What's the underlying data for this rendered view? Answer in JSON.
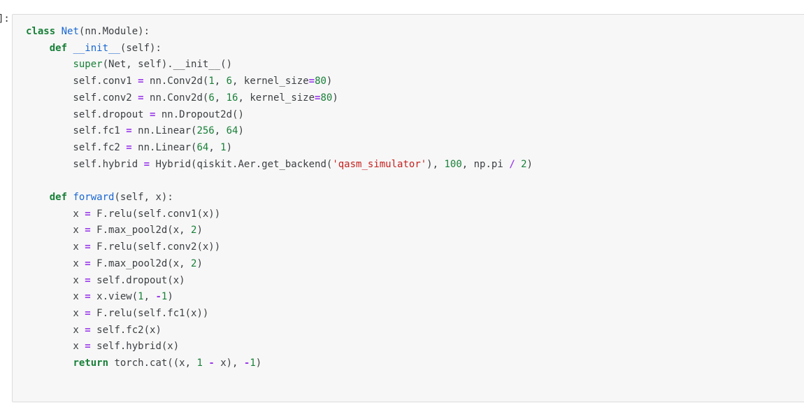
{
  "cell": {
    "prompt": "]:",
    "background": "#f7f7f7",
    "border_color": "#dcdcdc"
  },
  "syntax_colors": {
    "default": "#3c4043",
    "keyword": "#188038",
    "builtin": "#188038",
    "definition": "#1967d2",
    "operator": "#9b3ceb",
    "number": "#188038",
    "string": "#c5221f"
  },
  "code": {
    "language": "python",
    "lines": [
      [
        [
          "kw",
          "class"
        ],
        [
          "tx",
          " "
        ],
        [
          "df",
          "Net"
        ],
        [
          "tx",
          "(nn.Module):"
        ]
      ],
      [
        [
          "tx",
          "    "
        ],
        [
          "kw",
          "def"
        ],
        [
          "tx",
          " "
        ],
        [
          "df",
          "__init__"
        ],
        [
          "tx",
          "(self):"
        ]
      ],
      [
        [
          "tx",
          "        "
        ],
        [
          "bi",
          "super"
        ],
        [
          "tx",
          "(Net, self).__init__()"
        ]
      ],
      [
        [
          "tx",
          "        self.conv1 "
        ],
        [
          "op",
          "="
        ],
        [
          "tx",
          " nn.Conv2d("
        ],
        [
          "nm",
          "1"
        ],
        [
          "tx",
          ", "
        ],
        [
          "nm",
          "6"
        ],
        [
          "tx",
          ", kernel_size"
        ],
        [
          "op",
          "="
        ],
        [
          "nm",
          "80"
        ],
        [
          "tx",
          ")"
        ]
      ],
      [
        [
          "tx",
          "        self.conv2 "
        ],
        [
          "op",
          "="
        ],
        [
          "tx",
          " nn.Conv2d("
        ],
        [
          "nm",
          "6"
        ],
        [
          "tx",
          ", "
        ],
        [
          "nm",
          "16"
        ],
        [
          "tx",
          ", kernel_size"
        ],
        [
          "op",
          "="
        ],
        [
          "nm",
          "80"
        ],
        [
          "tx",
          ")"
        ]
      ],
      [
        [
          "tx",
          "        self.dropout "
        ],
        [
          "op",
          "="
        ],
        [
          "tx",
          " nn.Dropout2d()"
        ]
      ],
      [
        [
          "tx",
          "        self.fc1 "
        ],
        [
          "op",
          "="
        ],
        [
          "tx",
          " nn.Linear("
        ],
        [
          "nm",
          "256"
        ],
        [
          "tx",
          ", "
        ],
        [
          "nm",
          "64"
        ],
        [
          "tx",
          ")"
        ]
      ],
      [
        [
          "tx",
          "        self.fc2 "
        ],
        [
          "op",
          "="
        ],
        [
          "tx",
          " nn.Linear("
        ],
        [
          "nm",
          "64"
        ],
        [
          "tx",
          ", "
        ],
        [
          "nm",
          "1"
        ],
        [
          "tx",
          ")"
        ]
      ],
      [
        [
          "tx",
          "        self.hybrid "
        ],
        [
          "op",
          "="
        ],
        [
          "tx",
          " Hybrid(qiskit.Aer.get_backend("
        ],
        [
          "st",
          "'qasm_simulator'"
        ],
        [
          "tx",
          "), "
        ],
        [
          "nm",
          "100"
        ],
        [
          "tx",
          ", np.pi "
        ],
        [
          "op",
          "/"
        ],
        [
          "tx",
          " "
        ],
        [
          "nm",
          "2"
        ],
        [
          "tx",
          ")"
        ]
      ],
      [],
      [
        [
          "tx",
          "    "
        ],
        [
          "kw",
          "def"
        ],
        [
          "tx",
          " "
        ],
        [
          "df",
          "forward"
        ],
        [
          "tx",
          "(self, x):"
        ]
      ],
      [
        [
          "tx",
          "        x "
        ],
        [
          "op",
          "="
        ],
        [
          "tx",
          " F.relu(self.conv1(x))"
        ]
      ],
      [
        [
          "tx",
          "        x "
        ],
        [
          "op",
          "="
        ],
        [
          "tx",
          " F.max_pool2d(x, "
        ],
        [
          "nm",
          "2"
        ],
        [
          "tx",
          ")"
        ]
      ],
      [
        [
          "tx",
          "        x "
        ],
        [
          "op",
          "="
        ],
        [
          "tx",
          " F.relu(self.conv2(x))"
        ]
      ],
      [
        [
          "tx",
          "        x "
        ],
        [
          "op",
          "="
        ],
        [
          "tx",
          " F.max_pool2d(x, "
        ],
        [
          "nm",
          "2"
        ],
        [
          "tx",
          ")"
        ]
      ],
      [
        [
          "tx",
          "        x "
        ],
        [
          "op",
          "="
        ],
        [
          "tx",
          " self.dropout(x)"
        ]
      ],
      [
        [
          "tx",
          "        x "
        ],
        [
          "op",
          "="
        ],
        [
          "tx",
          " x.view("
        ],
        [
          "nm",
          "1"
        ],
        [
          "tx",
          ", "
        ],
        [
          "op",
          "-"
        ],
        [
          "nm",
          "1"
        ],
        [
          "tx",
          ")"
        ]
      ],
      [
        [
          "tx",
          "        x "
        ],
        [
          "op",
          "="
        ],
        [
          "tx",
          " F.relu(self.fc1(x))"
        ]
      ],
      [
        [
          "tx",
          "        x "
        ],
        [
          "op",
          "="
        ],
        [
          "tx",
          " self.fc2(x)"
        ]
      ],
      [
        [
          "tx",
          "        x "
        ],
        [
          "op",
          "="
        ],
        [
          "tx",
          " self.hybrid(x)"
        ]
      ],
      [
        [
          "tx",
          "        "
        ],
        [
          "kw",
          "return"
        ],
        [
          "tx",
          " torch.cat((x, "
        ],
        [
          "nm",
          "1"
        ],
        [
          "tx",
          " "
        ],
        [
          "op",
          "-"
        ],
        [
          "tx",
          " x), "
        ],
        [
          "op",
          "-"
        ],
        [
          "nm",
          "1"
        ],
        [
          "tx",
          ")"
        ]
      ]
    ]
  }
}
